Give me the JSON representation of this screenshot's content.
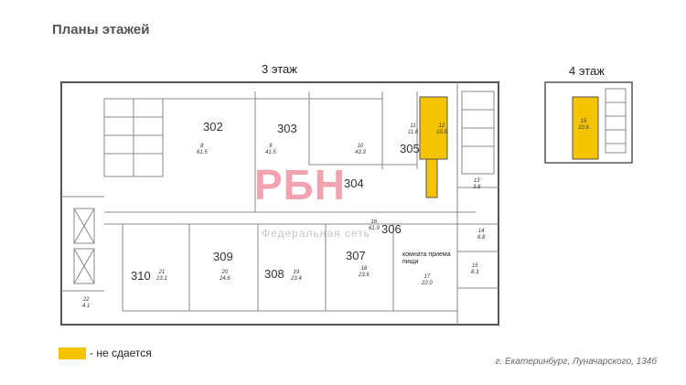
{
  "page_title": "Планы этажей",
  "floor3_label": "3   этаж",
  "floor4_label": "4   этаж",
  "watermark": "РБН",
  "watermark_sub": "Федеральная сеть",
  "legend": {
    "color": "#f5c400",
    "text": "- не сдается"
  },
  "address": "г. Екатеринбург, Луначарского, 134б",
  "rooms": [
    {
      "number": "302"
    },
    {
      "number": "303"
    },
    {
      "number": "304"
    },
    {
      "number": "305"
    },
    {
      "number": "306"
    },
    {
      "number": "307"
    },
    {
      "number": "308"
    },
    {
      "number": "309"
    },
    {
      "number": "310"
    }
  ],
  "note_room": "комната приема пищи",
  "areas": [
    {
      "id": "8",
      "area": "61.5"
    },
    {
      "id": "9",
      "area": "41.5"
    },
    {
      "id": "10",
      "area": "43.3"
    },
    {
      "id": "11",
      "area": "11.6"
    },
    {
      "id": "12",
      "area": "10.5"
    },
    {
      "id": "13",
      "area": "3.8"
    },
    {
      "id": "14",
      "area": "6.8"
    },
    {
      "id": "15",
      "area": "8.3"
    },
    {
      "id": "16",
      "area": "61.9"
    },
    {
      "id": "17",
      "area": "22.0"
    },
    {
      "id": "18",
      "area": "23.6"
    },
    {
      "id": "19",
      "area": "23.4"
    },
    {
      "id": "20",
      "area": "24.6"
    },
    {
      "id": "21",
      "area": "23.1"
    },
    {
      "id": "22",
      "area": "4.1"
    },
    {
      "id": "15",
      "area": "10.6"
    }
  ]
}
